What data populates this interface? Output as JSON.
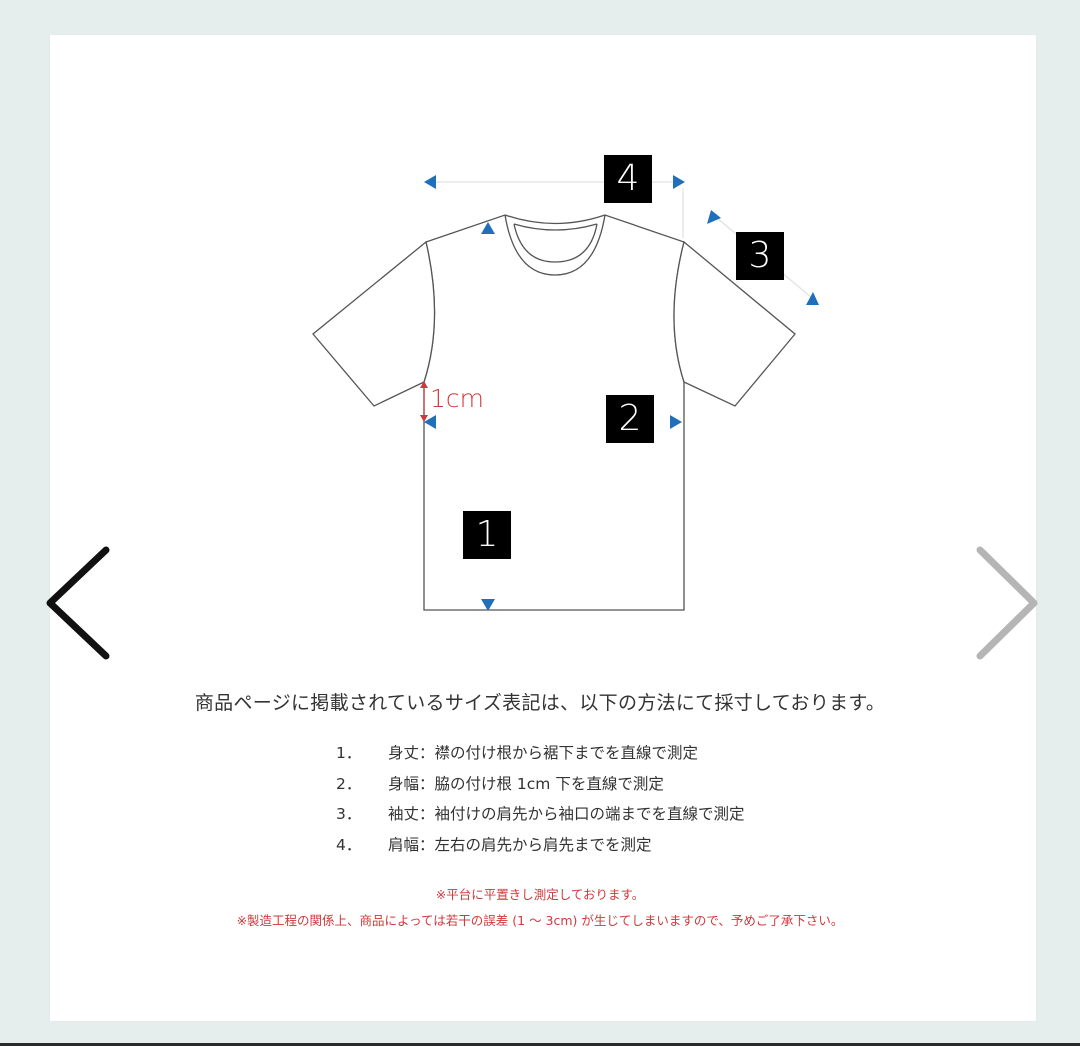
{
  "navigation": {
    "prev": {
      "icon": "chevron-left-icon",
      "color": "#111111"
    },
    "next": {
      "icon": "chevron-right-icon",
      "color": "#b5b5b5"
    }
  },
  "diagram": {
    "labels": {
      "one": "1",
      "two": "2",
      "three": "3",
      "four": "4"
    },
    "offset_label": "1cm",
    "colors": {
      "arrow": "#1f6fbb",
      "offset": "#d0393a",
      "outline": "#555555",
      "guide": "#e8e8e8"
    }
  },
  "caption": "商品ページに掲載されているサイズ表記は、以下の方法にて採寸しております。",
  "steps": [
    {
      "num": "1．",
      "text": "身丈：襟の付け根から裾下までを直線で測定"
    },
    {
      "num": "2．",
      "text": "身幅：脇の付け根 1cm 下を直線で測定"
    },
    {
      "num": "3．",
      "text": "袖丈：袖付けの肩先から袖口の端までを直線で測定"
    },
    {
      "num": "4．",
      "text": "肩幅：左右の肩先から肩先までを測定"
    }
  ],
  "notes": [
    "※平台に平置きし測定しております。",
    "※製造工程の関係上、商品によっては若干の誤差 (1 ～ 3cm) が生じてしまいますので、予めご了承下さい。"
  ]
}
